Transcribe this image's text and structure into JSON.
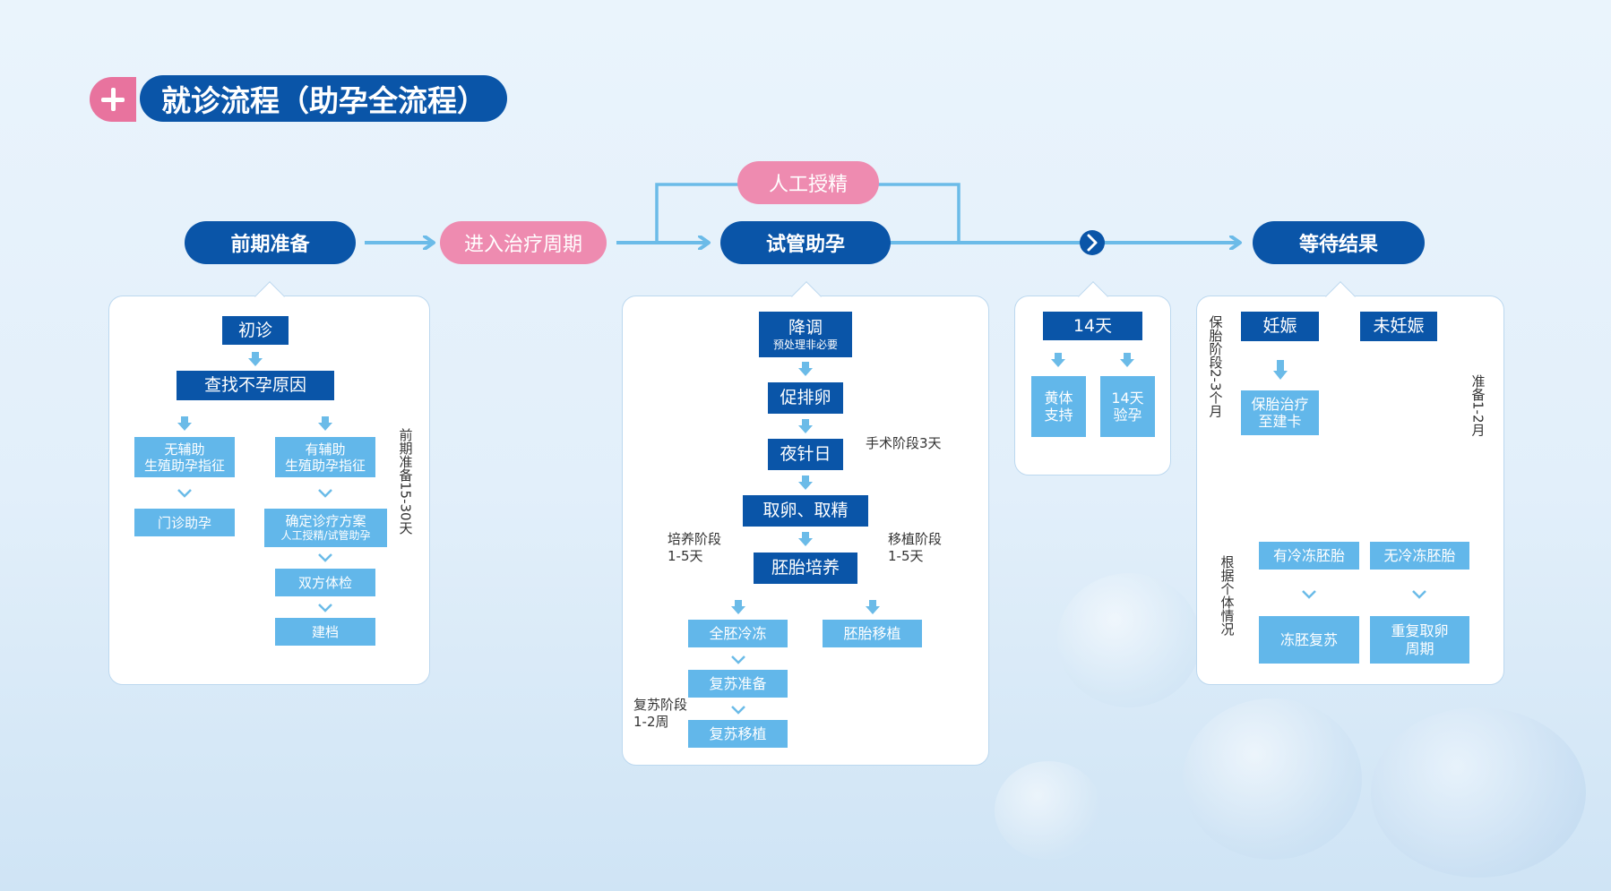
{
  "title": "就诊流程（助孕全流程）",
  "stages": {
    "prep": "前期准备",
    "enter": "进入治疗周期",
    "ai": "人工授精",
    "ivf": "试管助孕",
    "wait": "等待结果"
  },
  "card1": {
    "first_visit": "初诊",
    "find_cause": "查找不孕原因",
    "no_assist_1": "无辅助",
    "no_assist_2": "生殖助孕指征",
    "has_assist_1": "有辅助",
    "has_assist_2": "生殖助孕指征",
    "clinic": "门诊助孕",
    "plan_1": "确定诊疗方案",
    "plan_2": "人工授精/试管助孕",
    "exam": "双方体检",
    "file": "建档",
    "prep_note": "前期准备15-30天"
  },
  "card2": {
    "downreg": "降调",
    "downreg_sub": "预处理非必要",
    "ovulation": "促排卵",
    "trigger": "夜针日",
    "retrieval": "取卵、取精",
    "culture": "胚胎培养",
    "freeze_all": "全胚冷冻",
    "transfer": "胚胎移植",
    "thaw_prep": "复苏准备",
    "thaw_transfer": "复苏移植",
    "surgery_note": "手术阶段3天",
    "culture_note_1": "培养阶段",
    "culture_note_2": "1-5天",
    "transfer_note_1": "移植阶段",
    "transfer_note_2": "1-5天",
    "thaw_note_1": "复苏阶段",
    "thaw_note_2": "1-2周"
  },
  "card3": {
    "days": "14天",
    "luteal_1": "黄体",
    "luteal_2": "支持",
    "test_1": "14天",
    "test_2": "验孕"
  },
  "card4": {
    "pregnant": "妊娠",
    "not_pregnant": "未妊娠",
    "care_1": "保胎治疗",
    "care_2": "至建卡",
    "frozen": "有冷冻胚胎",
    "no_frozen": "无冷冻胚胎",
    "fet": "冻胚复苏",
    "repeat_1": "重复取卵",
    "repeat_2": "周期",
    "care_note": "保胎阶段2-3个月",
    "prep_note": "准备1-2月",
    "individual_note": "根据个体情况"
  },
  "colors": {
    "dark_blue": "#0a55a8",
    "light_blue": "#62b7ea",
    "pink": "#e8739e",
    "arrow": "#6bbbe8",
    "dashed": "#f08aa8"
  }
}
